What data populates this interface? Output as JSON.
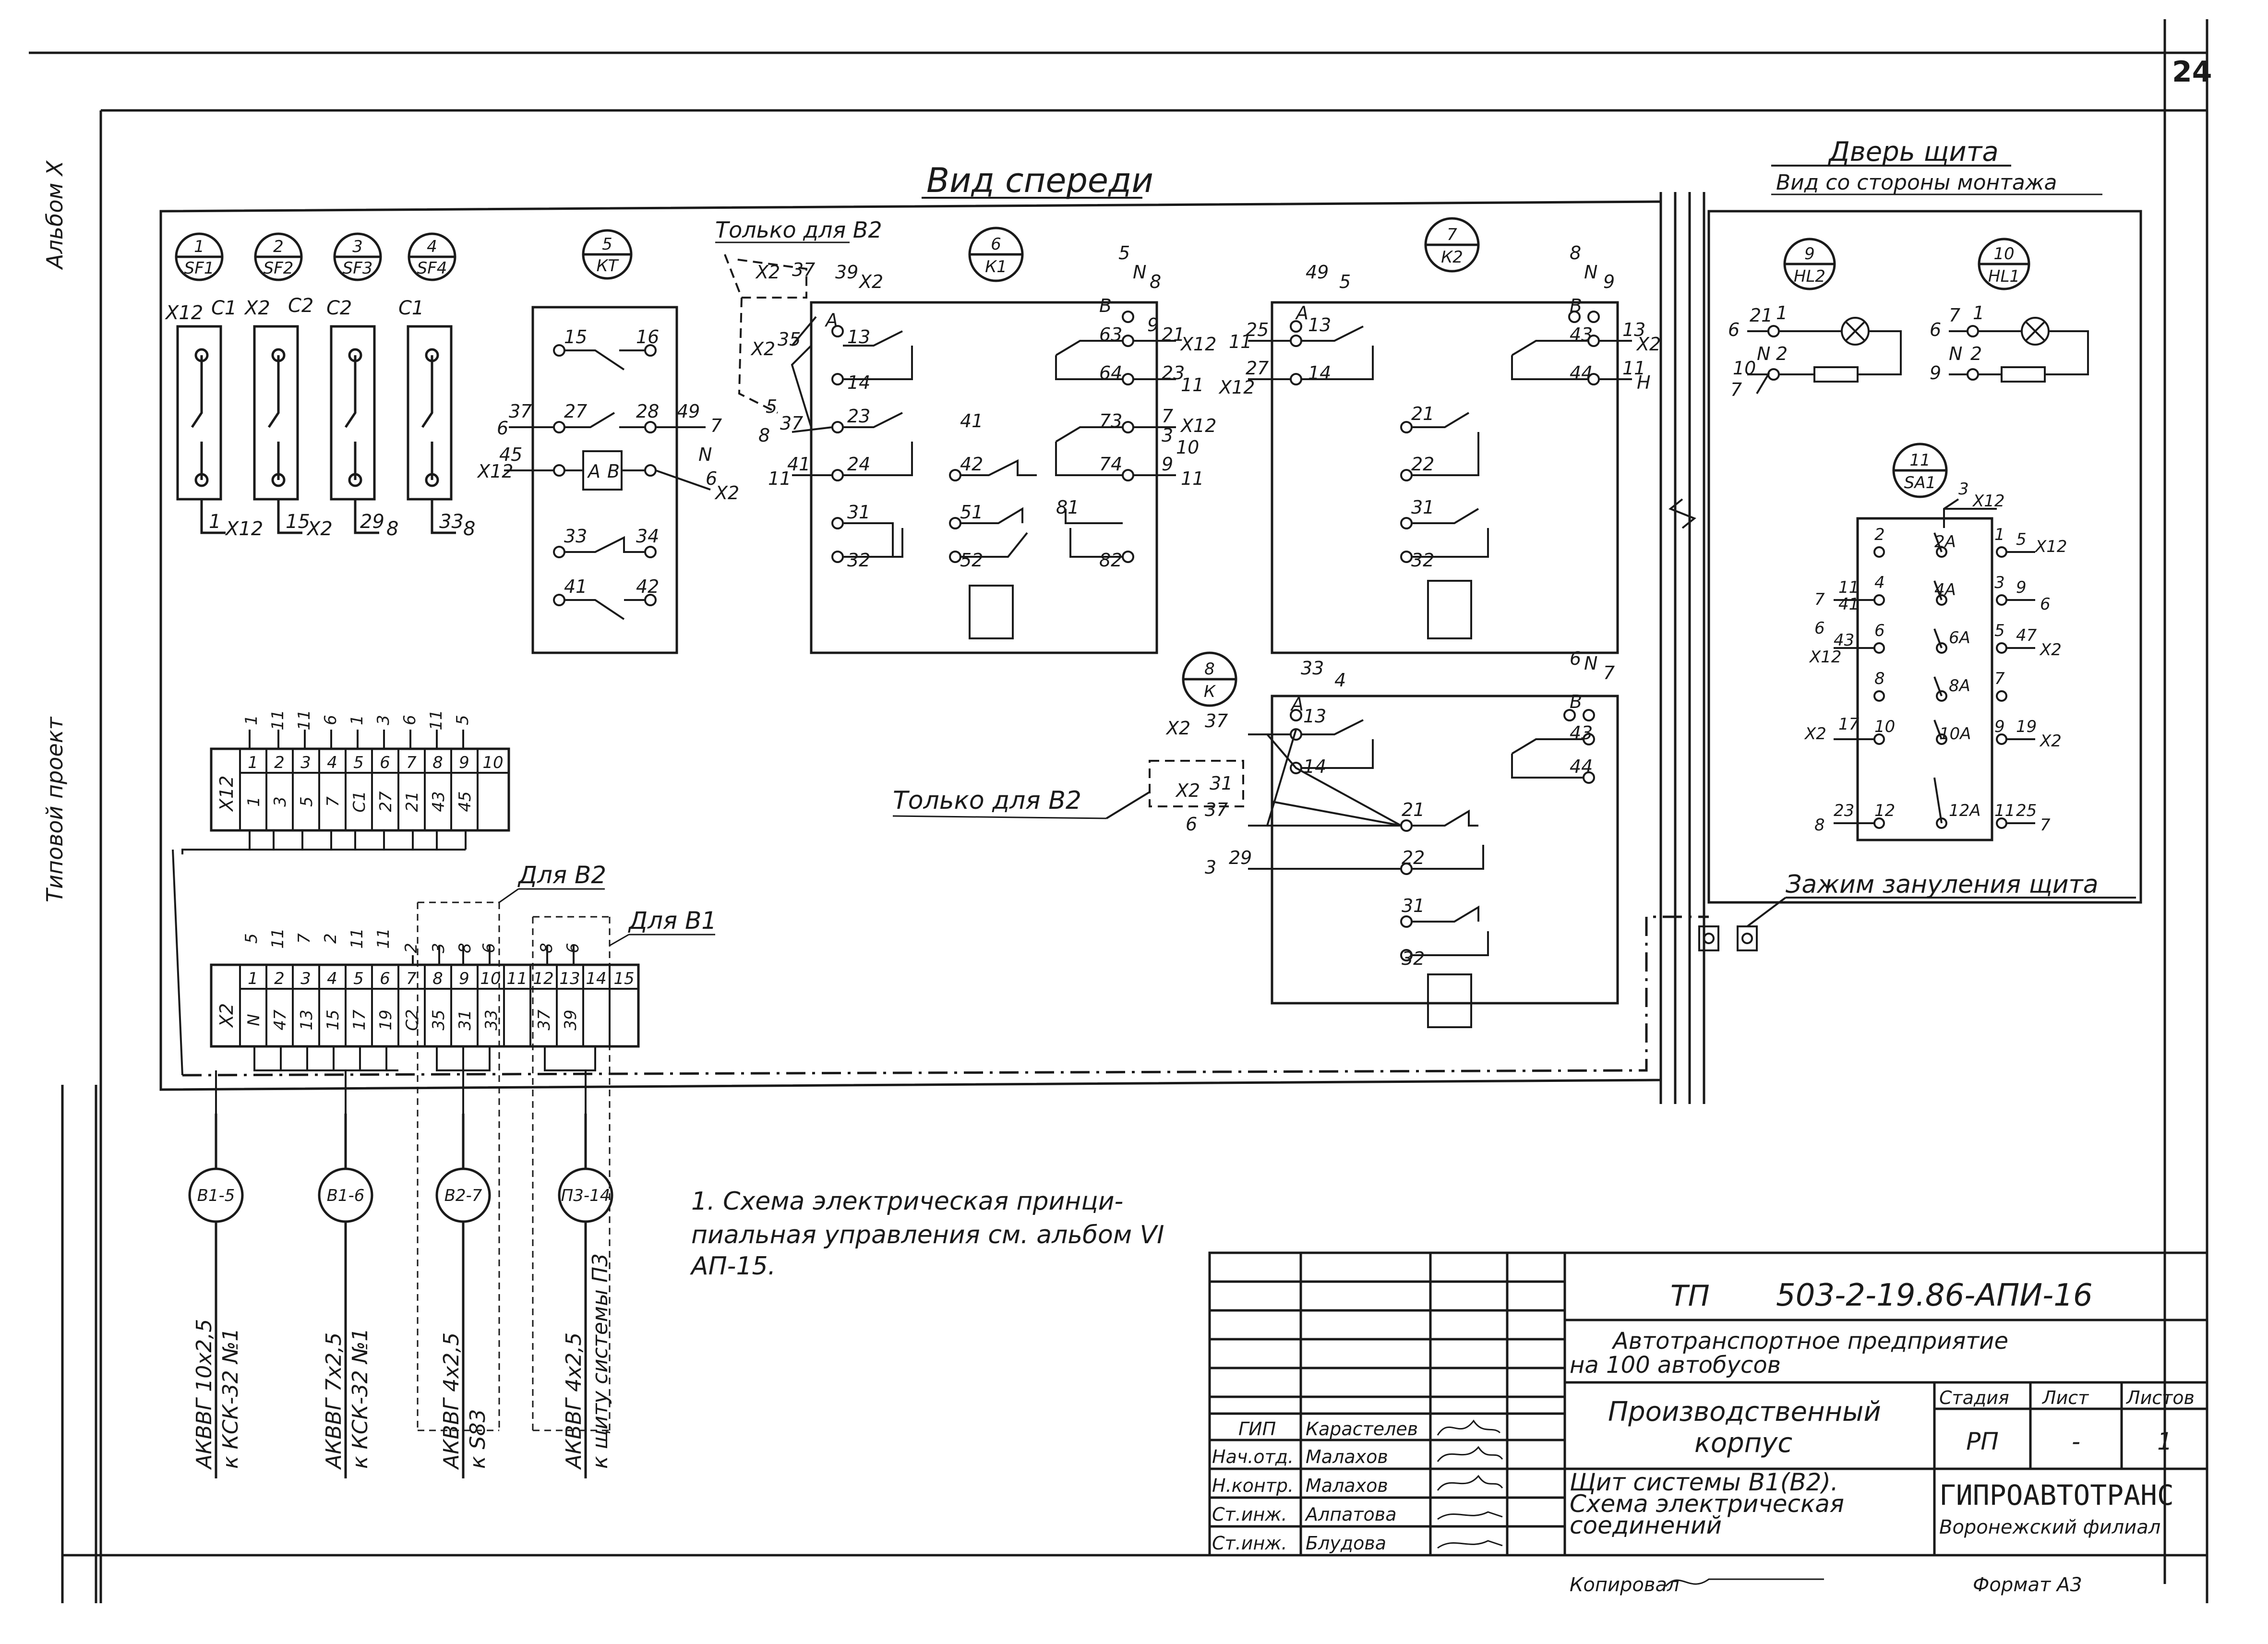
{
  "sheet": {
    "number": "24",
    "album": "Альбом Х",
    "project_type": "Типовой  проект"
  },
  "view": {
    "front": "Вид спереди",
    "door_title": "Дверь щита",
    "door_sub": "Вид со стороны монтажа"
  },
  "devices": [
    {
      "num": "1",
      "code": "SF1"
    },
    {
      "num": "2",
      "code": "SF2"
    },
    {
      "num": "3",
      "code": "SF3"
    },
    {
      "num": "4",
      "code": "SF4"
    },
    {
      "num": "5",
      "code": "КТ"
    },
    {
      "num": "6",
      "code": "К1"
    },
    {
      "num": "7",
      "code": "К2"
    },
    {
      "num": "8",
      "code": "К"
    },
    {
      "num": "9",
      "code": "HL2"
    },
    {
      "num": "10",
      "code": "HL1"
    },
    {
      "num": "11",
      "code": "SA1"
    }
  ],
  "notes": {
    "only_b2_top": "Только для В2",
    "only_b2_mid": "Только для В2",
    "for_b2": "Для В2",
    "for_b1": "Для В1",
    "ground_clamp": "Зажим зануления щита",
    "note_1": "1. Схема электрическая принци-",
    "note_2": "пиальная управления см. альбом VI",
    "note_3": "АП-15."
  },
  "terminal_x12": {
    "label": "Х12",
    "above": [
      "1",
      "11",
      "11",
      "6",
      "1",
      "3",
      "6",
      "11",
      "5"
    ],
    "nums": [
      "1",
      "2",
      "3",
      "4",
      "5",
      "6",
      "7",
      "8",
      "9",
      "10"
    ],
    "wires": [
      "1",
      "3",
      "5",
      "7",
      "С1",
      "27",
      "21",
      "43",
      "45",
      ""
    ]
  },
  "terminal_x2": {
    "label": "Х2",
    "above": [
      "5",
      "11",
      "7",
      "2",
      "11",
      "11",
      "2",
      "3",
      "8",
      "6",
      "8",
      "6"
    ],
    "nums": [
      "1",
      "2",
      "3",
      "4",
      "5",
      "6",
      "7",
      "8",
      "9",
      "10",
      "11",
      "12",
      "13",
      "14",
      "15"
    ],
    "wires": [
      "N",
      "47",
      "13",
      "15",
      "17",
      "19",
      "С2",
      "35",
      "31",
      "33",
      "",
      "37",
      "39",
      "",
      ""
    ]
  },
  "cables": [
    {
      "tag": "В1-5",
      "spec": "АКВВГ 10х2,5",
      "dest": "к КСК-32 №1"
    },
    {
      "tag": "В1-6",
      "spec": "АКВВГ 7х2,5",
      "dest": "к КСК-32 №1"
    },
    {
      "tag": "В2-7",
      "spec": "АКВВГ 4х2,5",
      "dest": "к S83"
    },
    {
      "tag": "П3-14",
      "spec": "АКВВГ 4х2,5",
      "dest": "к щиту системы П3"
    }
  ],
  "title_block": {
    "tp": "ТП",
    "doc_code": "503-2-19.86-АПИ-16",
    "enterprise_1": "Автотранспортное предприятие",
    "enterprise_2": "на 100 автобусов",
    "building_1": "Производственный",
    "building_2": "корпус",
    "drawing_1": "Щит системы В1(В2).",
    "drawing_2": "Схема электрическая",
    "drawing_3": "соединений",
    "stage_h": "Стадия",
    "sheet_h": "Лист",
    "sheets_h": "Листов",
    "stage": "РП",
    "sheet": "-",
    "sheets": "1",
    "org": "ГИПРОАВТОТРАНС",
    "branch": "Воронежский филиал",
    "staff": [
      {
        "role": "ГИП",
        "name": "Карастелев"
      },
      {
        "role": "Нач.отд.",
        "name": "Малахов"
      },
      {
        "role": "Н.контр.",
        "name": "Малахов"
      },
      {
        "role": "Ст.инж.",
        "name": "Алпатова"
      },
      {
        "role": "Ст.инж.",
        "name": "Блудова"
      }
    ]
  },
  "footer": {
    "copied": "Копировал",
    "format": "Формат А3"
  }
}
